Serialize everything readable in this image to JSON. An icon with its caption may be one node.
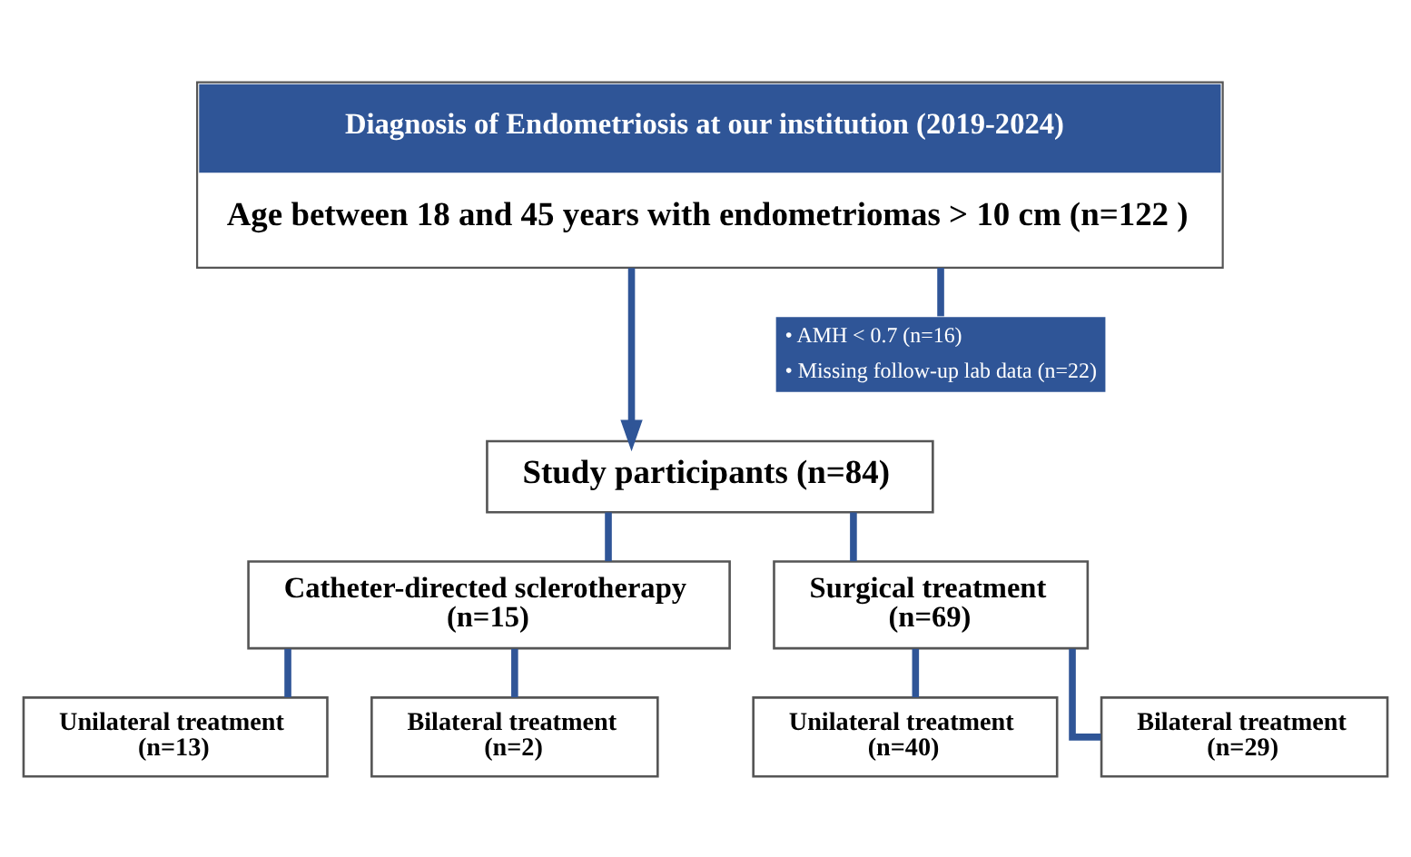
{
  "diagram": {
    "nodes": [
      {
        "text": [
          "Diagnosis of Endometriosis at our institution (2019-2024)",
          "Age between 18 and 45 years with endometriomas > 10 cm (n=122 )"
        ]
      },
      {
        "text": [
          "• AMH < 0.7 (n=16)",
          "• Missing follow-up lab data (n=22)"
        ]
      },
      {
        "text": [
          "Study participants (n=84)"
        ]
      },
      {
        "text": [
          "Catheter-directed sclerotherapy (n=15)"
        ]
      },
      {
        "text": [
          "Surgical treatment (n=69)"
        ]
      },
      {
        "text": [
          "Unilateral treatment (n=13)"
        ]
      },
      {
        "text": [
          "Bilateral treatment (n=2)"
        ]
      },
      {
        "text": [
          "Unilateral treatment (n=40)"
        ]
      },
      {
        "text": [
          "Bilateral treatment (n=29)"
        ]
      }
    ],
    "edges": [
      {
        "from": 0,
        "to": 2,
        "arrow": "to"
      },
      {
        "from": 0,
        "to": 1,
        "arrow": "none"
      },
      {
        "from": 2,
        "to": 3,
        "arrow": "none"
      },
      {
        "from": 2,
        "to": 4,
        "arrow": "none"
      },
      {
        "from": 3,
        "to": 5,
        "arrow": "none"
      },
      {
        "from": 3,
        "to": 6,
        "arrow": "none"
      },
      {
        "from": 4,
        "to": 7,
        "arrow": "none"
      },
      {
        "from": 4,
        "to": 8,
        "arrow": "none"
      }
    ]
  }
}
